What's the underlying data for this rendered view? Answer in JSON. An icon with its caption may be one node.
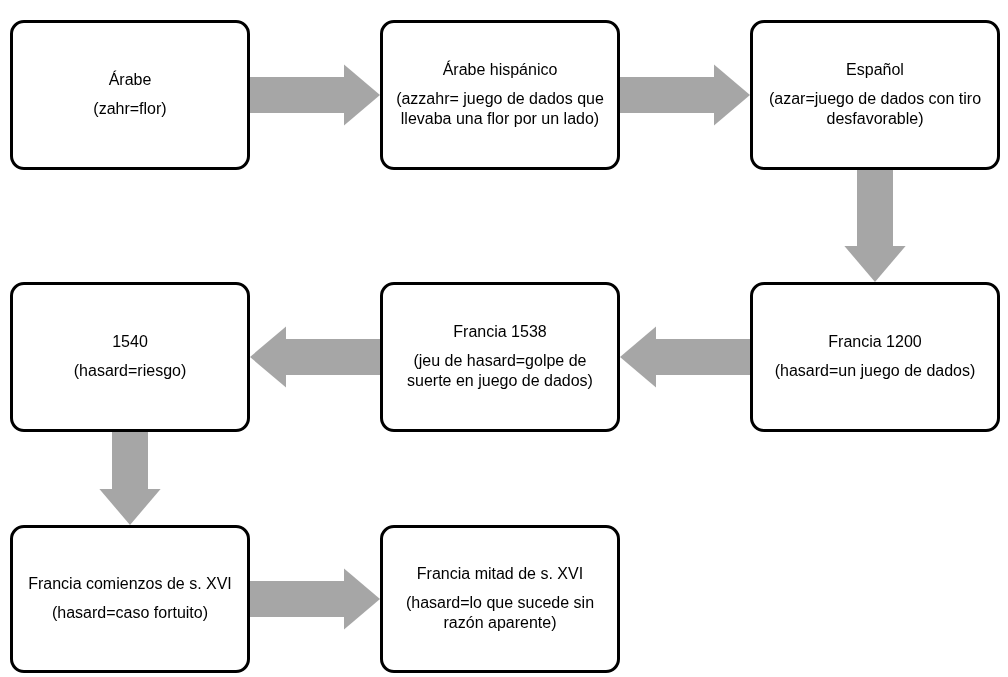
{
  "diagram": {
    "nodes": [
      {
        "text": [
          "Árabe",
          "(zahr=flor)"
        ]
      },
      {
        "text": [
          "Árabe hispánico",
          "(azzahr= juego de dados que llevaba una flor por un lado)"
        ]
      },
      {
        "text": [
          "Español",
          "(azar=juego de dados con tiro desfavorable)"
        ]
      },
      {
        "text": [
          "Francia 1200",
          "(hasard=un juego de dados)"
        ]
      },
      {
        "text": [
          "Francia 1538",
          "(jeu de hasard=golpe de suerte en juego de dados)"
        ]
      },
      {
        "text": [
          "1540",
          "(hasard=riesgo)"
        ]
      },
      {
        "text": [
          "Francia comienzos de s. XVI",
          "(hasard=caso fortuito)"
        ]
      },
      {
        "text": [
          "Francia mitad de s. XVI",
          "(hasard=lo que sucede sin razón aparente)"
        ]
      }
    ],
    "edges": [
      {
        "from": 0,
        "to": 1,
        "arrow": "to"
      },
      {
        "from": 1,
        "to": 2,
        "arrow": "to"
      },
      {
        "from": 2,
        "to": 3,
        "arrow": "to"
      },
      {
        "from": 3,
        "to": 4,
        "arrow": "to"
      },
      {
        "from": 4,
        "to": 5,
        "arrow": "to"
      },
      {
        "from": 5,
        "to": 6,
        "arrow": "to"
      },
      {
        "from": 6,
        "to": 7,
        "arrow": "to"
      }
    ]
  }
}
